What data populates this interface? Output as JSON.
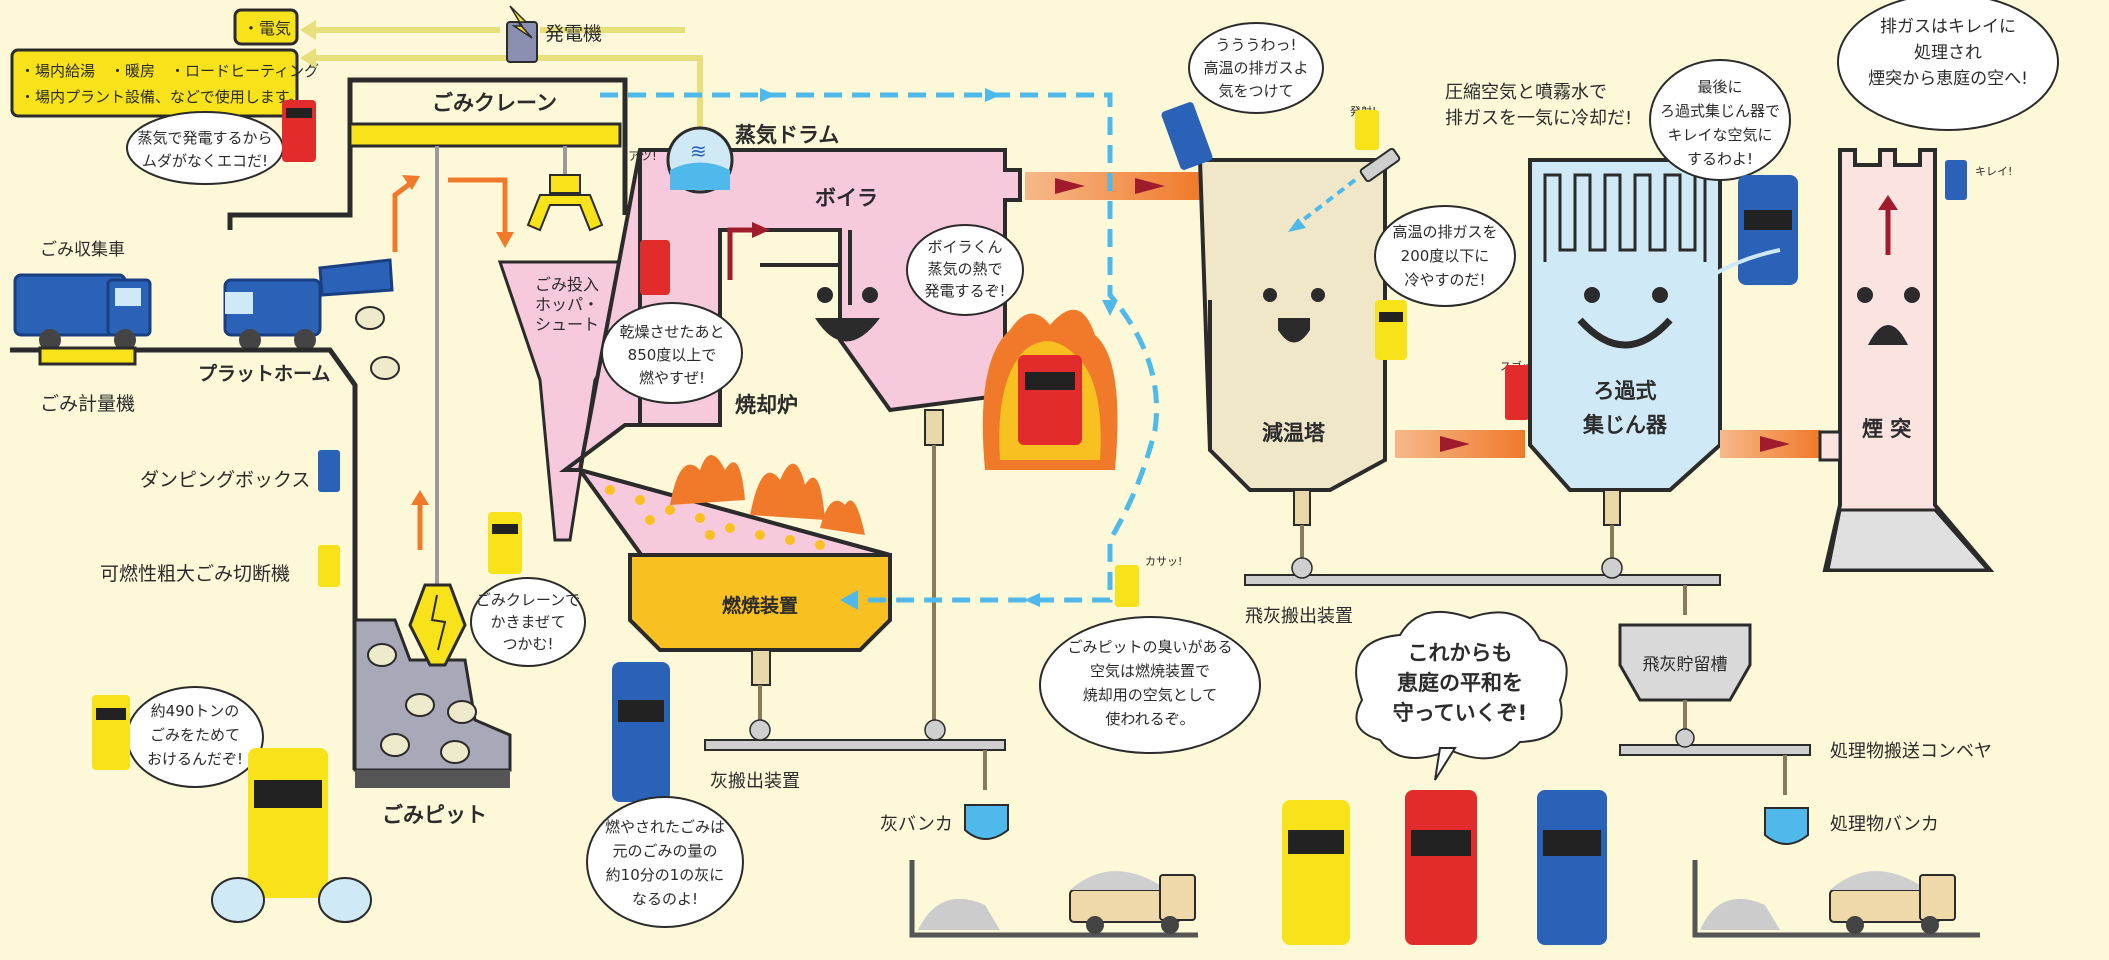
{
  "colors": {
    "background": "#fdf8d8",
    "outline": "#2b2b2b",
    "pink": "#f7c9dc",
    "blue_flow": "#4fb9ec",
    "orange_flow": "#f07a2a",
    "yellow": "#f8e21a",
    "gray": "#9a9a9a",
    "red": "#e22c2c",
    "navy": "#2a62b8",
    "cream": "#f0e6c8",
    "light_blue": "#cfe9f7",
    "light_pink": "#fbe3e0"
  },
  "top_left": {
    "electricity": "・電気",
    "uses_line1": "・場内給湯　・暖房　・ロードヒーティング",
    "uses_line2": "・場内プラント設備、などで使用します。",
    "generator": "発電機",
    "eco_line1": "蒸気で発電するから",
    "eco_line2": "ムダがなくエコだ!"
  },
  "labels": {
    "garbage_truck": "ごみ収集車",
    "platform": "プラットホーム",
    "scale": "ごみ計量機",
    "dumping_box": "ダンピングボックス",
    "shredder": "可燃性粗大ごみ切断機",
    "pit": "ごみピット",
    "crane": "ごみクレーン",
    "hopper_line1": "ごみ投入",
    "hopper_line2": "ホッパ・",
    "hopper_line3": "シュート",
    "steam_drum": "蒸気ドラム",
    "boiler": "ボイラ",
    "incinerator": "焼却炉",
    "combustion_device": "燃焼装置",
    "ash_conveyor": "灰搬出装置",
    "ash_bunker": "灰バンカ",
    "cooling_tower": "減温塔",
    "filter_line1": "ろ過式",
    "filter_line2": "集じん器",
    "chimney": "煙 突",
    "fly_ash_conveyor": "飛灰搬出装置",
    "fly_ash_tank": "飛灰貯留槽",
    "product_conveyor": "処理物搬送コンベヤ",
    "product_bunker": "処理物バンカ"
  },
  "bubbles": {
    "dry_burn": [
      "乾燥させたあと",
      "850度以上で",
      "燃やすぜ!"
    ],
    "boiler_kun": [
      "ボイラくん",
      "蒸気の熱で",
      "発電するぞ!"
    ],
    "hot_gas": [
      "うううわっ!",
      "高温の排ガスよ",
      "気をつけて"
    ],
    "compress_air": [
      "圧縮空気と噴霧水で",
      "排ガスを一気に冷却だ!"
    ],
    "cool_200": [
      "高温の排ガスを",
      "200度以下に",
      "冷やすのだ!"
    ],
    "filter_clean": [
      "最後に",
      "ろ過式集じん器で",
      "キレイな空気に",
      "するわよ!"
    ],
    "exhaust_clean": [
      "排ガスはキレイに",
      "処理され",
      "煙突から恵庭の空へ!"
    ],
    "pit_smell": [
      "ごみピットの臭いがある",
      "空気は燃焼装置で",
      "焼却用の空気として",
      "使われるぞ。"
    ],
    "crane_mix": [
      "ごみクレーンで",
      "かきまぜて",
      "つかむ!"
    ],
    "store_490": [
      "約490トンの",
      "ごみをためて",
      "おけるんだぞ!"
    ],
    "ash_tenth": [
      "燃やされたごみは",
      "元のごみの量の",
      "約10分の1の灰に",
      "なるのよ!"
    ],
    "peace": [
      "これからも",
      "恵庭の平和を",
      "守っていくぞ!"
    ]
  },
  "sfx": {
    "hot": "アツ!",
    "spray": "発射!",
    "sucko": "スゴッ!",
    "kasatsu": "カサッ!",
    "kirei": "キレイ!"
  }
}
